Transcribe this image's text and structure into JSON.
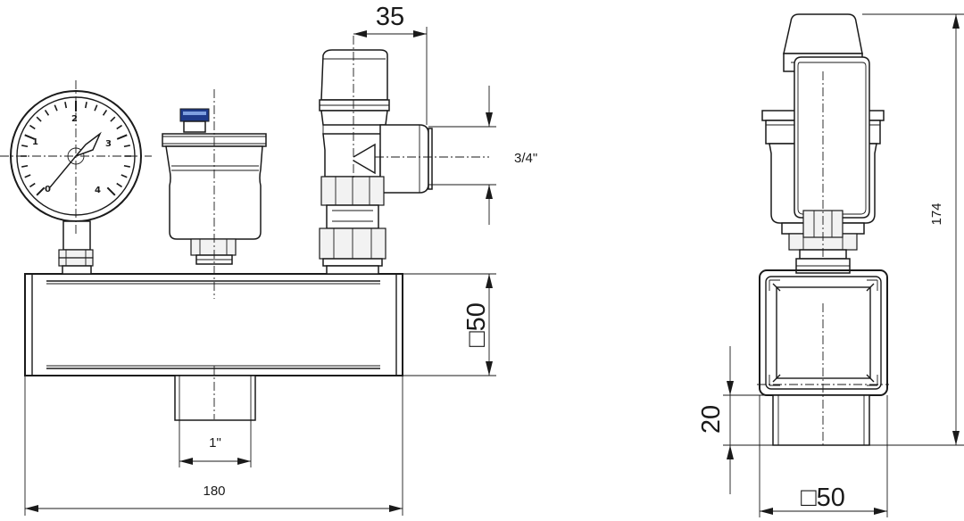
{
  "drawing": {
    "front_view": {
      "dim_width_total": "180",
      "dim_outlet": "1\"",
      "dim_section": "□50",
      "dim_valve_offset": "35",
      "dim_valve_thread": "3/4\""
    },
    "side_view": {
      "dim_height_total": "174",
      "dim_outlet_length": "20",
      "dim_section": "□50"
    },
    "gauge_scale": [
      "0",
      "1",
      "2",
      "3",
      "4"
    ]
  },
  "colors": {
    "line": "#1a1a1a",
    "vent_indicator": "#1f3b8a",
    "background": "#ffffff"
  }
}
